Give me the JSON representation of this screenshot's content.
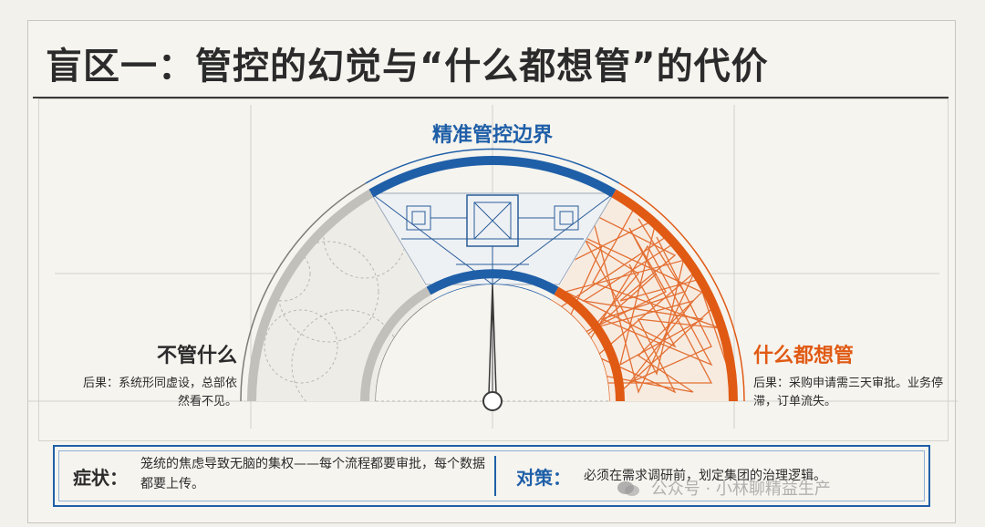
{
  "title": "盲区一：管控的幻觉与“什么都想管”的代价",
  "zones": {
    "top": {
      "label": "精准管控边界"
    },
    "left": {
      "label": "不管什么",
      "consequence": "后果：系统形同虚设，总部依然看不见。"
    },
    "right": {
      "label": "什么都想管",
      "consequence": "后果：采购申请需三天审批。业务停滞，订单流失。"
    }
  },
  "footer": {
    "symptom_key": "症状：",
    "symptom_text": "笼统的焦虑导致无脑的集权——每个流程都要审批，每个数据都要上传。",
    "countermeasure_key": "对策：",
    "countermeasure_text": "必须在需求调研前，划定集团的治理逻辑。"
  },
  "watermark": "公众号 · 小林聊精益生产",
  "colors": {
    "blue": "#1f5fa8",
    "orange": "#e05a14",
    "gray": "#9a9a9a",
    "text": "#2b2b2b"
  },
  "icons": {
    "watermark": "wechat-icon"
  }
}
